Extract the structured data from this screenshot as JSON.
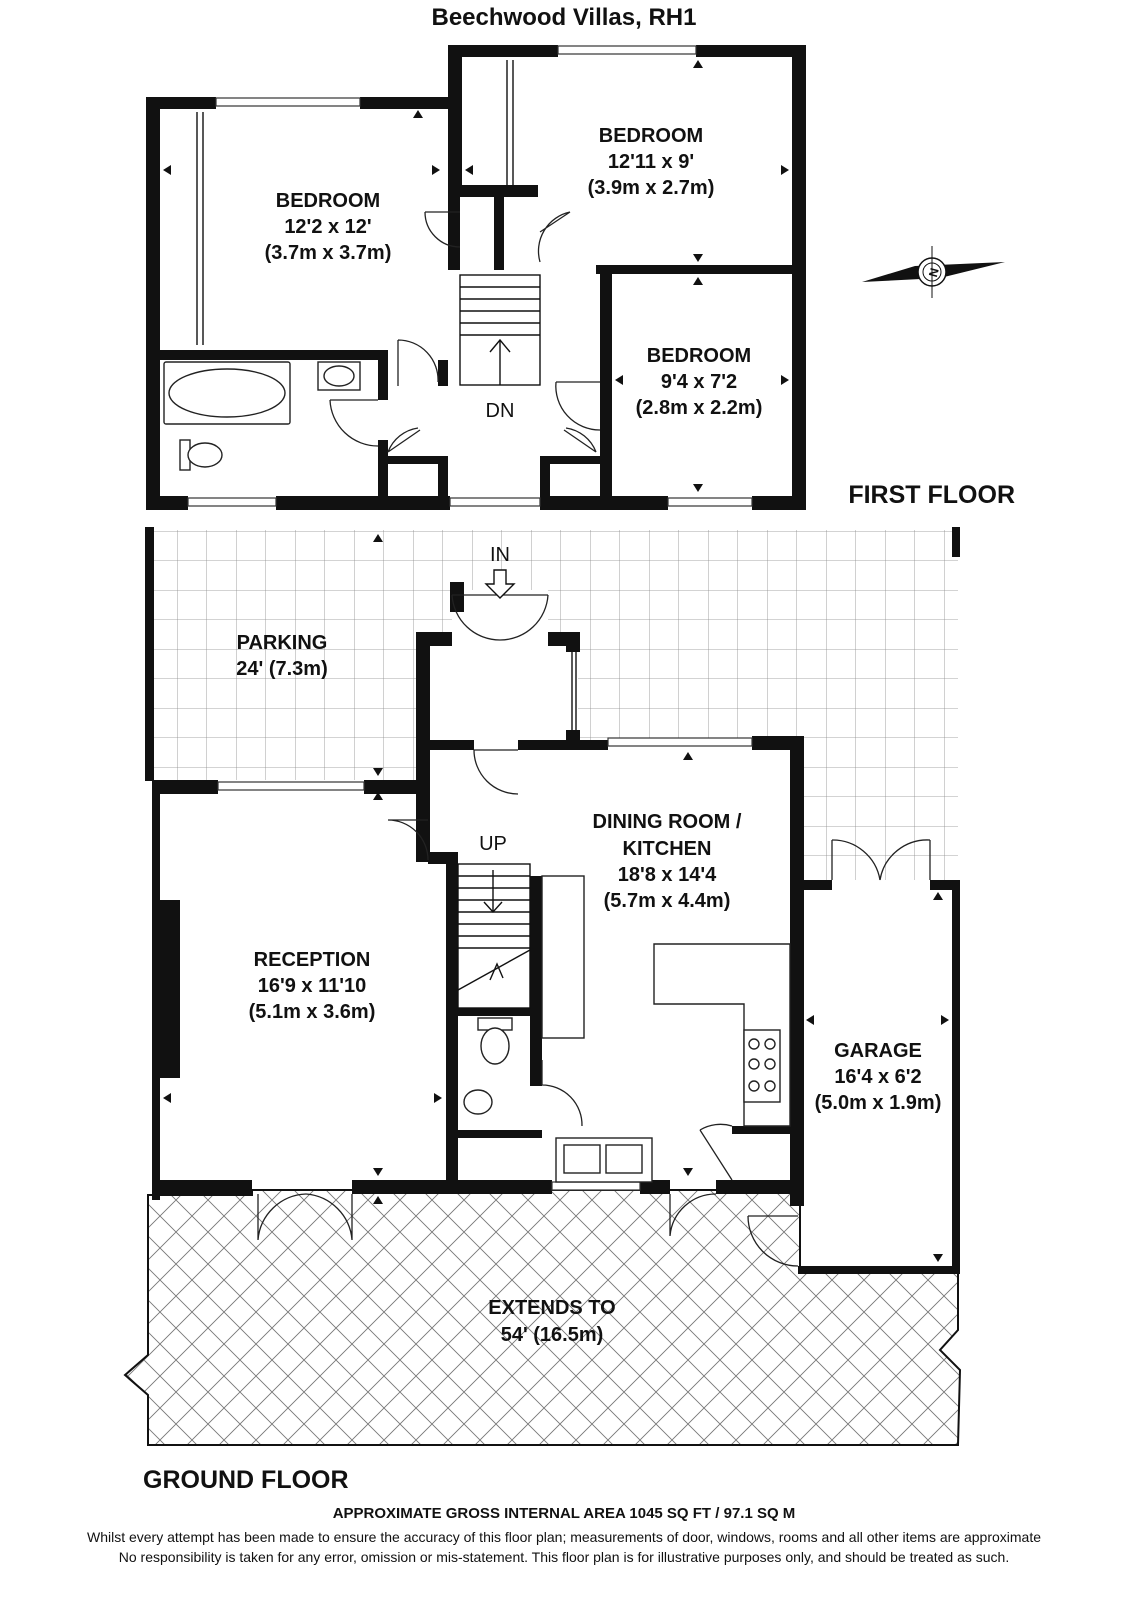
{
  "title": "Beechwood Villas, RH1",
  "first_floor": {
    "label": "FIRST FLOOR",
    "rooms": [
      {
        "name": "BEDROOM",
        "imperial": "12'2 x 12'",
        "metric": "(3.7m x 3.7m)"
      },
      {
        "name": "BEDROOM",
        "imperial": "12'11 x 9'",
        "metric": "(3.9m x 2.7m)"
      },
      {
        "name": "BEDROOM",
        "imperial": "9'4 x 7'2",
        "metric": "(2.8m x 2.2m)"
      }
    ],
    "stair_label": "DN"
  },
  "ground_floor": {
    "label": "GROUND FLOOR",
    "parking": {
      "name": "PARKING",
      "size": "24' (7.3m)"
    },
    "entrance_label": "IN",
    "stair_label": "UP",
    "dining": {
      "line1": "DINING ROOM /",
      "line2": "KITCHEN",
      "imperial": "18'8 x 14'4",
      "metric": "(5.7m x 4.4m)"
    },
    "reception": {
      "name": "RECEPTION",
      "imperial": "16'9 x 11'10",
      "metric": "(5.1m x 3.6m)"
    },
    "garage": {
      "name": "GARAGE",
      "imperial": "16'4 x 6'2",
      "metric": "(5.0m x 1.9m)"
    },
    "garden": {
      "line1": "EXTENDS TO",
      "line2": "54' (16.5m)"
    }
  },
  "compass": {
    "letter": "N"
  },
  "footer": {
    "area": "APPROXIMATE GROSS INTERNAL AREA 1045 SQ FT / 97.1 SQ M",
    "disclaimer1": "Whilst every attempt has been made to ensure the accuracy of this floor plan; measurements of door, windows, rooms and all other items are approximate",
    "disclaimer2": "No responsibility is taken for any error, omission or mis-statement. This floor plan is for illustrative purposes only, and should be treated as such."
  }
}
